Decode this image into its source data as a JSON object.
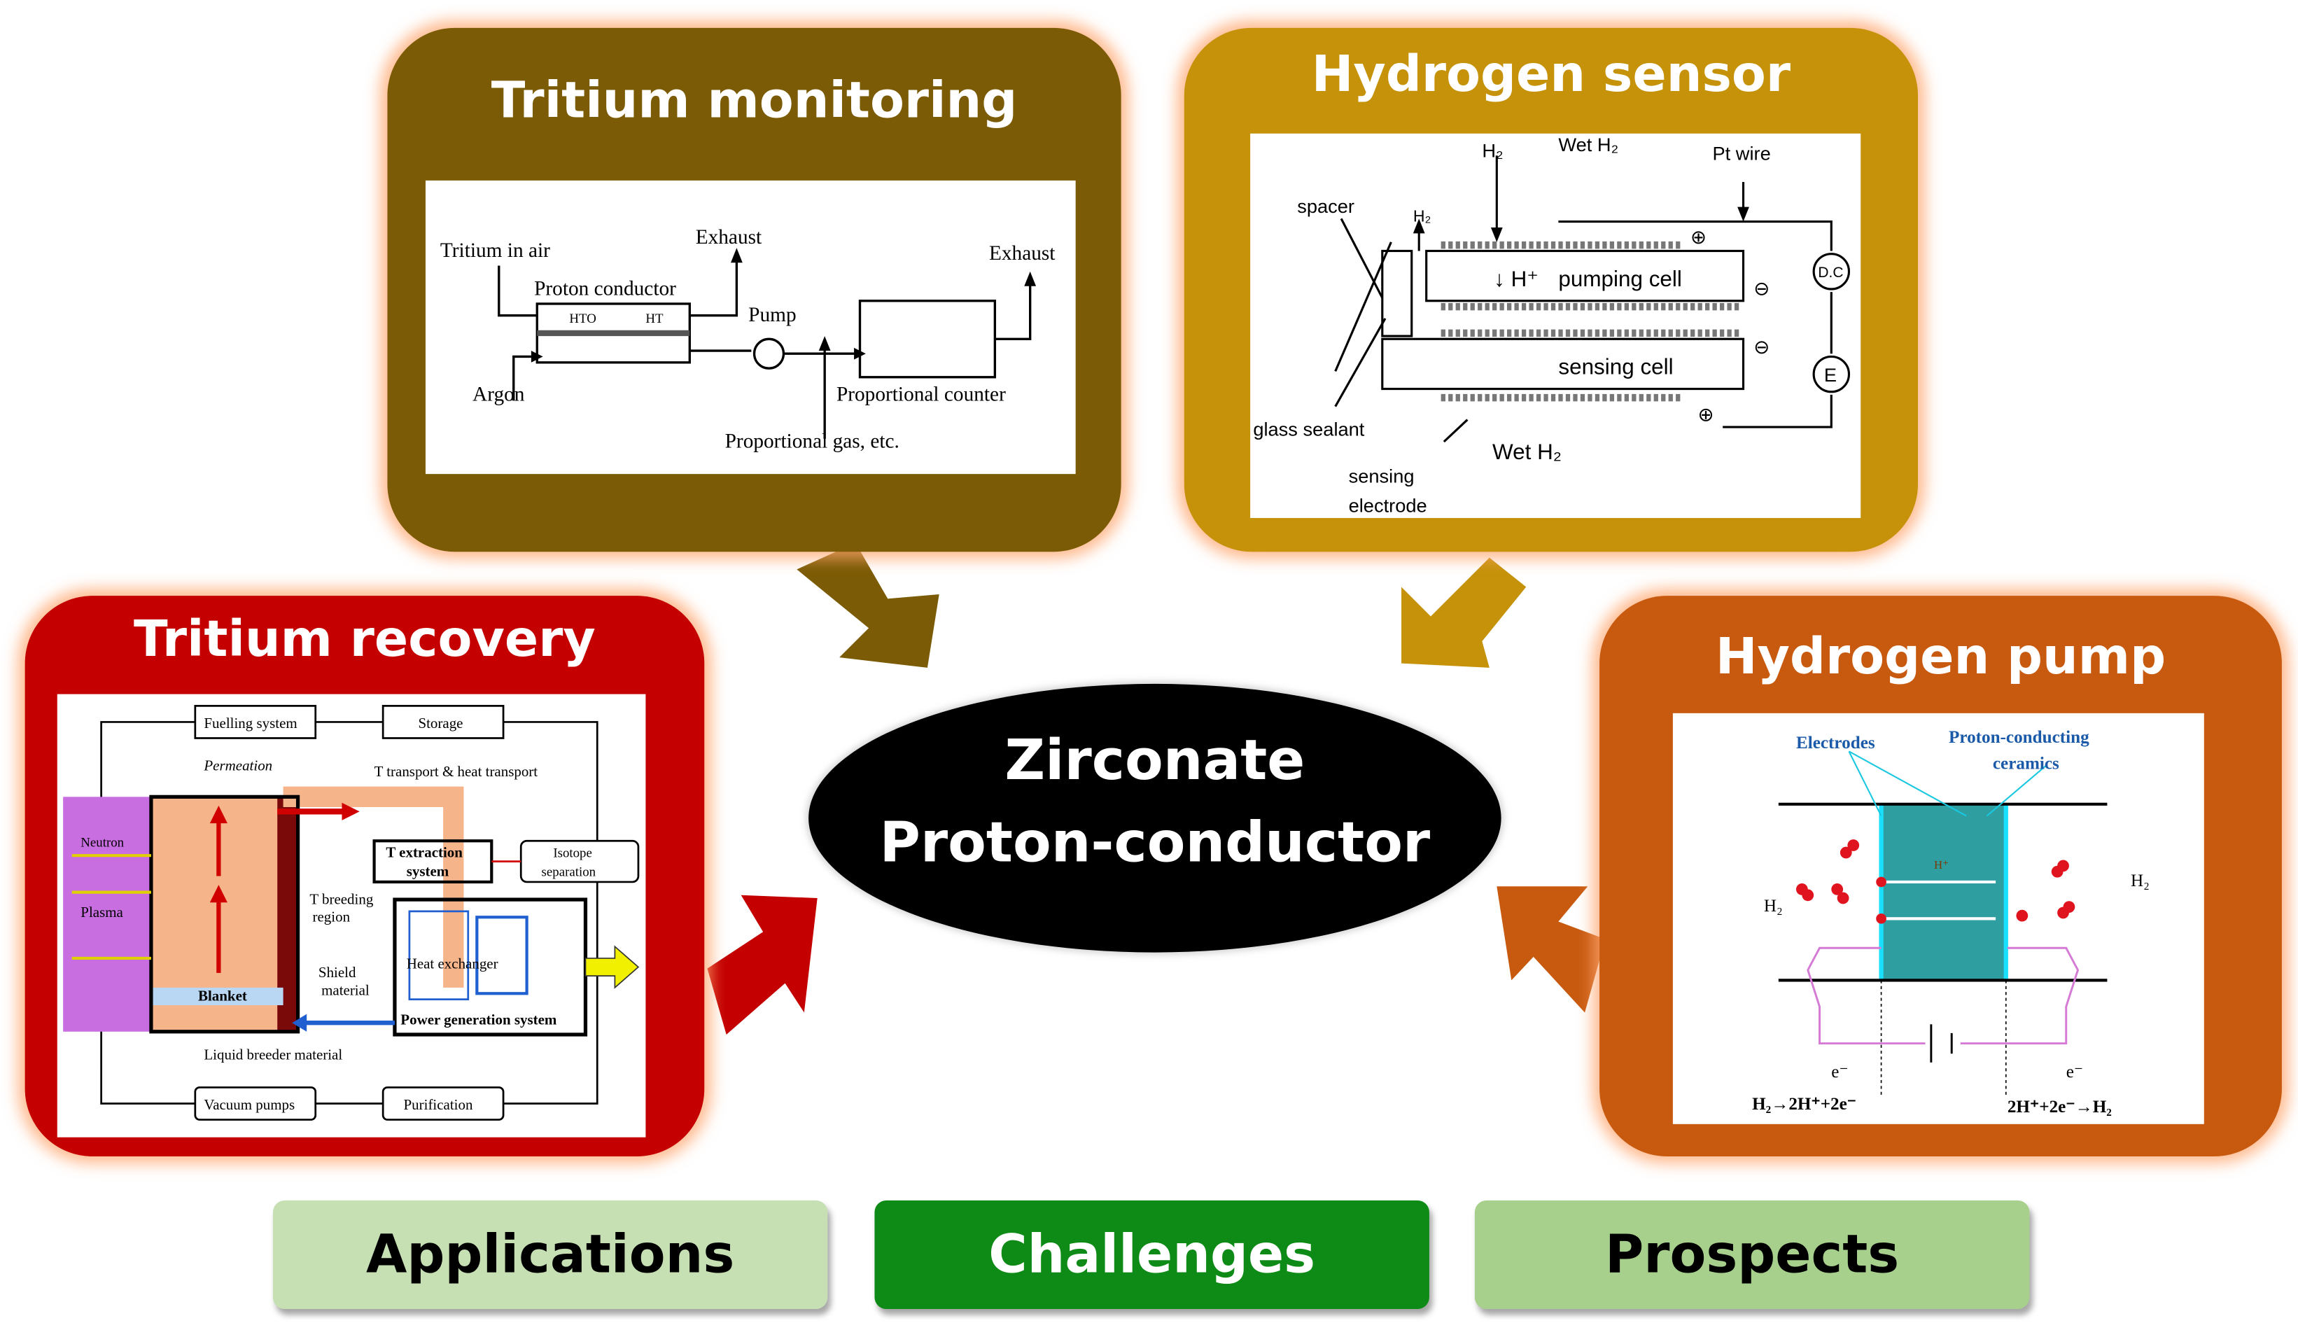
{
  "center": {
    "line1": "Zirconate",
    "line2": "Proton-conductor"
  },
  "colors": {
    "tritium_monitoring": "#7b5b05",
    "hydrogen_sensor": "#c5920a",
    "tritium_recovery": "#c40000",
    "hydrogen_pump": "#c85a10",
    "applications": "#c6e0b4",
    "challenges": "#0e8a16",
    "prospects": "#a8d08d"
  },
  "cards": {
    "tritium_monitoring": {
      "title": "Tritium monitoring",
      "labels": {
        "tritium_in_air": "Tritium in air",
        "exhaust1": "Exhaust",
        "exhaust2": "Exhaust",
        "proton_conductor": "Proton conductor",
        "hto": "HTO",
        "ht": "HT",
        "pump": "Pump",
        "argon": "Argon",
        "prop_counter": "Proportional counter",
        "prop_gas": "Proportional gas, etc."
      }
    },
    "hydrogen_sensor": {
      "title": "Hydrogen sensor",
      "labels": {
        "h2_top": "H₂",
        "wet_h2_top": "Wet H₂",
        "pt_wire": "Pt wire",
        "spacer": "spacer",
        "h2_small": "H₂",
        "h_plus": "↓ H⁺",
        "pumping_cell": "pumping cell",
        "sensing_cell": "sensing cell",
        "dc": "D.C",
        "e": "E",
        "minus1": "⊖",
        "minus2": "⊖",
        "plus1": "⊕",
        "plus2": "⊕",
        "glass_sealant": "glass sealant",
        "wet_h2_bottom": "Wet H₂",
        "sensing_electrode_1": "sensing",
        "sensing_electrode_2": "electrode"
      }
    },
    "tritium_recovery": {
      "title": "Tritium recovery",
      "labels": {
        "fuelling": "Fuelling system",
        "storage": "Storage",
        "permeation": "Permeation",
        "t_transport": "T transport & heat transport",
        "neutron": "Neutron",
        "plasma": "Plasma",
        "t_extraction_1": "T extraction",
        "t_extraction_2": "system",
        "isotope_1": "Isotope",
        "isotope_2": "separation",
        "t_breeding_1": "T breeding",
        "t_breeding_2": "region",
        "shield_1": "Shield",
        "shield_2": "material",
        "blanket": "Blanket",
        "heat_exchanger": "Heat exchanger",
        "power_gen": "Power generation system",
        "liquid_breeder": "Liquid breeder material",
        "vacuum_pumps": "Vacuum pumps",
        "purification": "Purification"
      }
    },
    "hydrogen_pump": {
      "title": "Hydrogen pump",
      "labels": {
        "electrodes": "Electrodes",
        "proton_ceramics_1": "Proton-conducting",
        "proton_ceramics_2": "ceramics",
        "h2_left": "H₂",
        "h2_right": "H₂",
        "h_plus": "H⁺",
        "e_minus": "e⁻",
        "anode_reaction": "H₂→2H⁺+2e⁻",
        "cathode_reaction": "2H⁺+2e⁻→H₂"
      }
    }
  },
  "bottom": {
    "applications": "Applications",
    "challenges": "Challenges",
    "prospects": "Prospects"
  }
}
